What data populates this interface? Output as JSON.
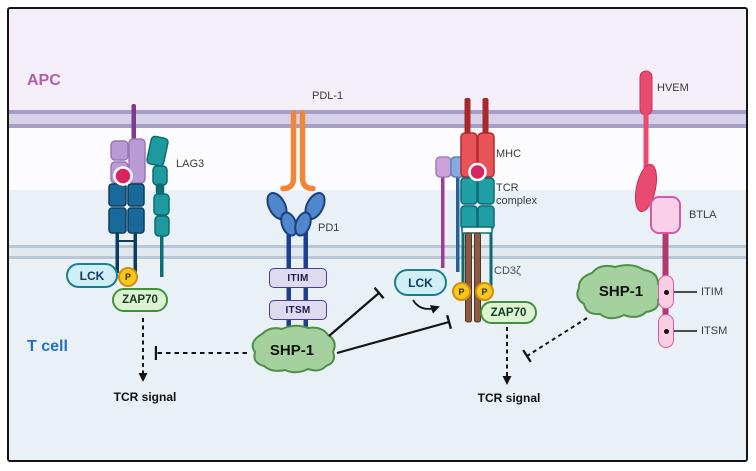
{
  "cells": {
    "apc_label": "APC",
    "t_cell_label": "T cell"
  },
  "lag3_pathway": {
    "receptor_label": "LAG3",
    "kinase": "LCK",
    "phospho": "P",
    "adaptor": "ZAP70",
    "signal": "TCR signal"
  },
  "pd1_pathway": {
    "ligand": "PDL-1",
    "receptor": "PD1",
    "motif1": "ITIM",
    "motif2": "ITSM",
    "phosphatase": "SHP-1"
  },
  "tcr_pathway": {
    "mhc": "MHC",
    "complex": "TCR complex",
    "cd3": "CD3ζ",
    "kinase": "LCK",
    "phospho1": "P",
    "phospho2": "P",
    "adaptor": "ZAP70",
    "signal": "TCR signal"
  },
  "btla_pathway": {
    "ligand": "HVEM",
    "receptor": "BTLA",
    "motif1": "ITIM",
    "motif2": "ITSM",
    "phosphatase": "SHP-1"
  },
  "colors": {
    "apc_text": "#b060a8",
    "t_cell_text": "#2272c3",
    "apc_membrane_line": "#a79ec7",
    "t_membrane_line": "#b9c6d4",
    "lag3_teal": "#1d9aa0",
    "mhc2_purple": "#b99ad2",
    "tcr_dark_blue": "#1a6a99",
    "pdl1_orange": "#f28636",
    "pd1_blue": "#4f86cc",
    "mhc_red": "#e85357",
    "tcr_teal": "#1f9fa4",
    "cd3_brown": "#8a5a42",
    "hvem_pink": "#e84a70",
    "btla_pink": "#f9d0e8",
    "shp1_green": "#a5d19e",
    "peptide_magenta": "#d62560",
    "inhibition_black": "#141414"
  }
}
